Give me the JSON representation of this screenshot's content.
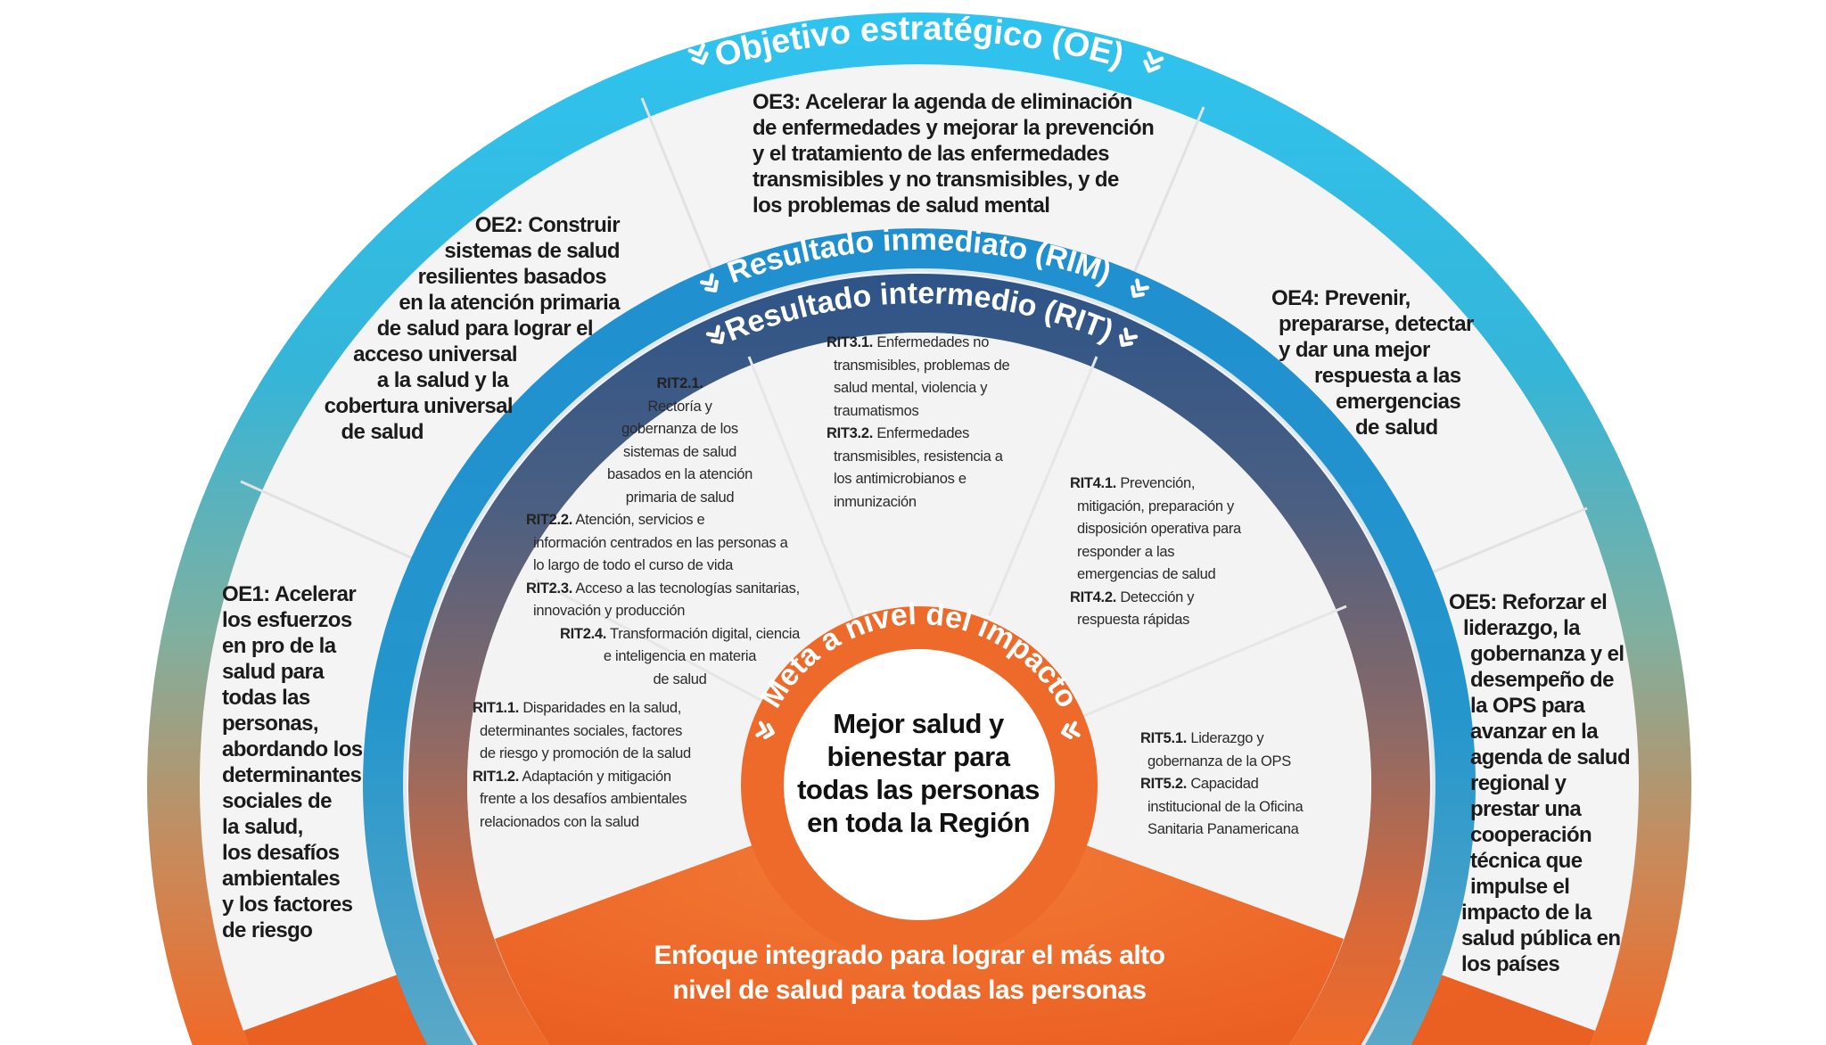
{
  "rings": {
    "oe_label": "Objetivo estratégico (OE)",
    "rim_label": "Resultado inmediato (RIM)",
    "rit_label": "Resultado intermedio (RIT)",
    "impact_label": "Meta a nivel del impacto"
  },
  "colors": {
    "oe_ring_top": "#2fc0ee",
    "oe_ring_bottom": "#f06a28",
    "rim_ring": "#1f8ccc",
    "rit_ring_top": "#34558a",
    "rit_ring_bottom": "#e8692e",
    "orange": "#ee6a2a",
    "panel": "#f3f3f3"
  },
  "objectives": [
    {
      "id": "oe1",
      "code": "OE1:",
      "lines": [
        "Acelerar",
        "los esfuerzos",
        "en pro de la",
        "salud para",
        "todas las",
        "personas,",
        "abordando los",
        "determinantes",
        "sociales de",
        "la salud,",
        "los desafíos",
        "ambientales",
        "y los factores",
        "de riesgo"
      ]
    },
    {
      "id": "oe2",
      "code": "OE2:",
      "lines": [
        "Construir",
        "sistemas de salud",
        "resilientes basados",
        "en la atención primaria",
        "de salud para lograr el",
        "acceso universal",
        "a la salud y la",
        "cobertura universal",
        "de salud"
      ]
    },
    {
      "id": "oe3",
      "code": "OE3:",
      "lines": [
        "Acelerar la agenda de eliminación",
        "de enfermedades y mejorar la prevención",
        "y el tratamiento de las enfermedades",
        "transmisibles y no transmisibles, y de",
        "los problemas de salud mental"
      ]
    },
    {
      "id": "oe4",
      "code": "OE4:",
      "lines": [
        "Prevenir,",
        "prepararse, detectar",
        "y dar una mejor",
        "respuesta a las",
        "emergencias",
        "de salud"
      ]
    },
    {
      "id": "oe5",
      "code": "OE5:",
      "lines": [
        "Reforzar el",
        "liderazgo, la",
        "gobernanza y el",
        "desempeño de",
        "la OPS para",
        "avanzar en la",
        "agenda de salud",
        "regional y",
        "prestar una",
        "cooperación",
        "técnica que",
        "impulse el",
        "impacto de la",
        "salud pública en",
        "los países"
      ]
    }
  ],
  "intermediate_results": {
    "rit1": [
      {
        "code": "RIT1.1.",
        "lines": [
          " Disparidades en la salud,",
          "determinantes sociales, factores",
          "de riesgo y promoción de la salud"
        ]
      },
      {
        "code": "RIT1.2.",
        "lines": [
          "Adaptación y mitigación",
          "frente a los desafíos ambientales",
          "relacionados con la salud"
        ]
      }
    ],
    "rit2": [
      {
        "code": "RIT2.1.",
        "lines": [
          "",
          "Rectoría y",
          "gobernanza de los",
          "sistemas de salud",
          "basados en la atención",
          "primaria de salud"
        ]
      },
      {
        "code": "RIT2.2.",
        "lines": [
          "Atención, servicios e",
          "información centrados en las personas a",
          "lo largo de todo el curso de vida"
        ]
      },
      {
        "code": "RIT2.3.",
        "lines": [
          "Acceso a las tecnologías sanitarias,",
          "innovación y producción"
        ]
      },
      {
        "code": "RIT2.4.",
        "lines": [
          "Transformación digital,  ciencia",
          "e inteligencia en materia",
          "de salud"
        ]
      }
    ],
    "rit3": [
      {
        "code": "RIT3.1.",
        "lines": [
          "Enfermedades no",
          "transmisibles, problemas de",
          "salud mental, violencia y",
          "traumatismos"
        ]
      },
      {
        "code": "RIT3.2.",
        "lines": [
          "Enfermedades",
          "transmisibles, resistencia a",
          "los antimicrobianos e",
          "inmunización"
        ]
      }
    ],
    "rit4": [
      {
        "code": "RIT4.1.",
        "lines": [
          "Prevención,",
          "mitigación, preparación y",
          "disposición operativa para",
          "responder a las",
          "emergencias de salud"
        ]
      },
      {
        "code": "RIT4.2.",
        "lines": [
          "Detección y",
          "respuesta rápidas"
        ]
      }
    ],
    "rit5": [
      {
        "code": "RIT5.1.",
        "lines": [
          "Liderazgo y",
          "gobernanza de la OPS"
        ]
      },
      {
        "code": "RIT5.2.",
        "lines": [
          "Capacidad",
          "institucional de la Oficina",
          "Sanitaria Panamericana"
        ]
      }
    ]
  },
  "impact_goal": {
    "lines": [
      "Mejor salud y",
      "bienestar para",
      "todas las personas",
      "en toda la Región"
    ]
  },
  "approach": {
    "lines": [
      "Enfoque integrado para lograr el más alto",
      "nivel de salud para todas las personas"
    ]
  }
}
